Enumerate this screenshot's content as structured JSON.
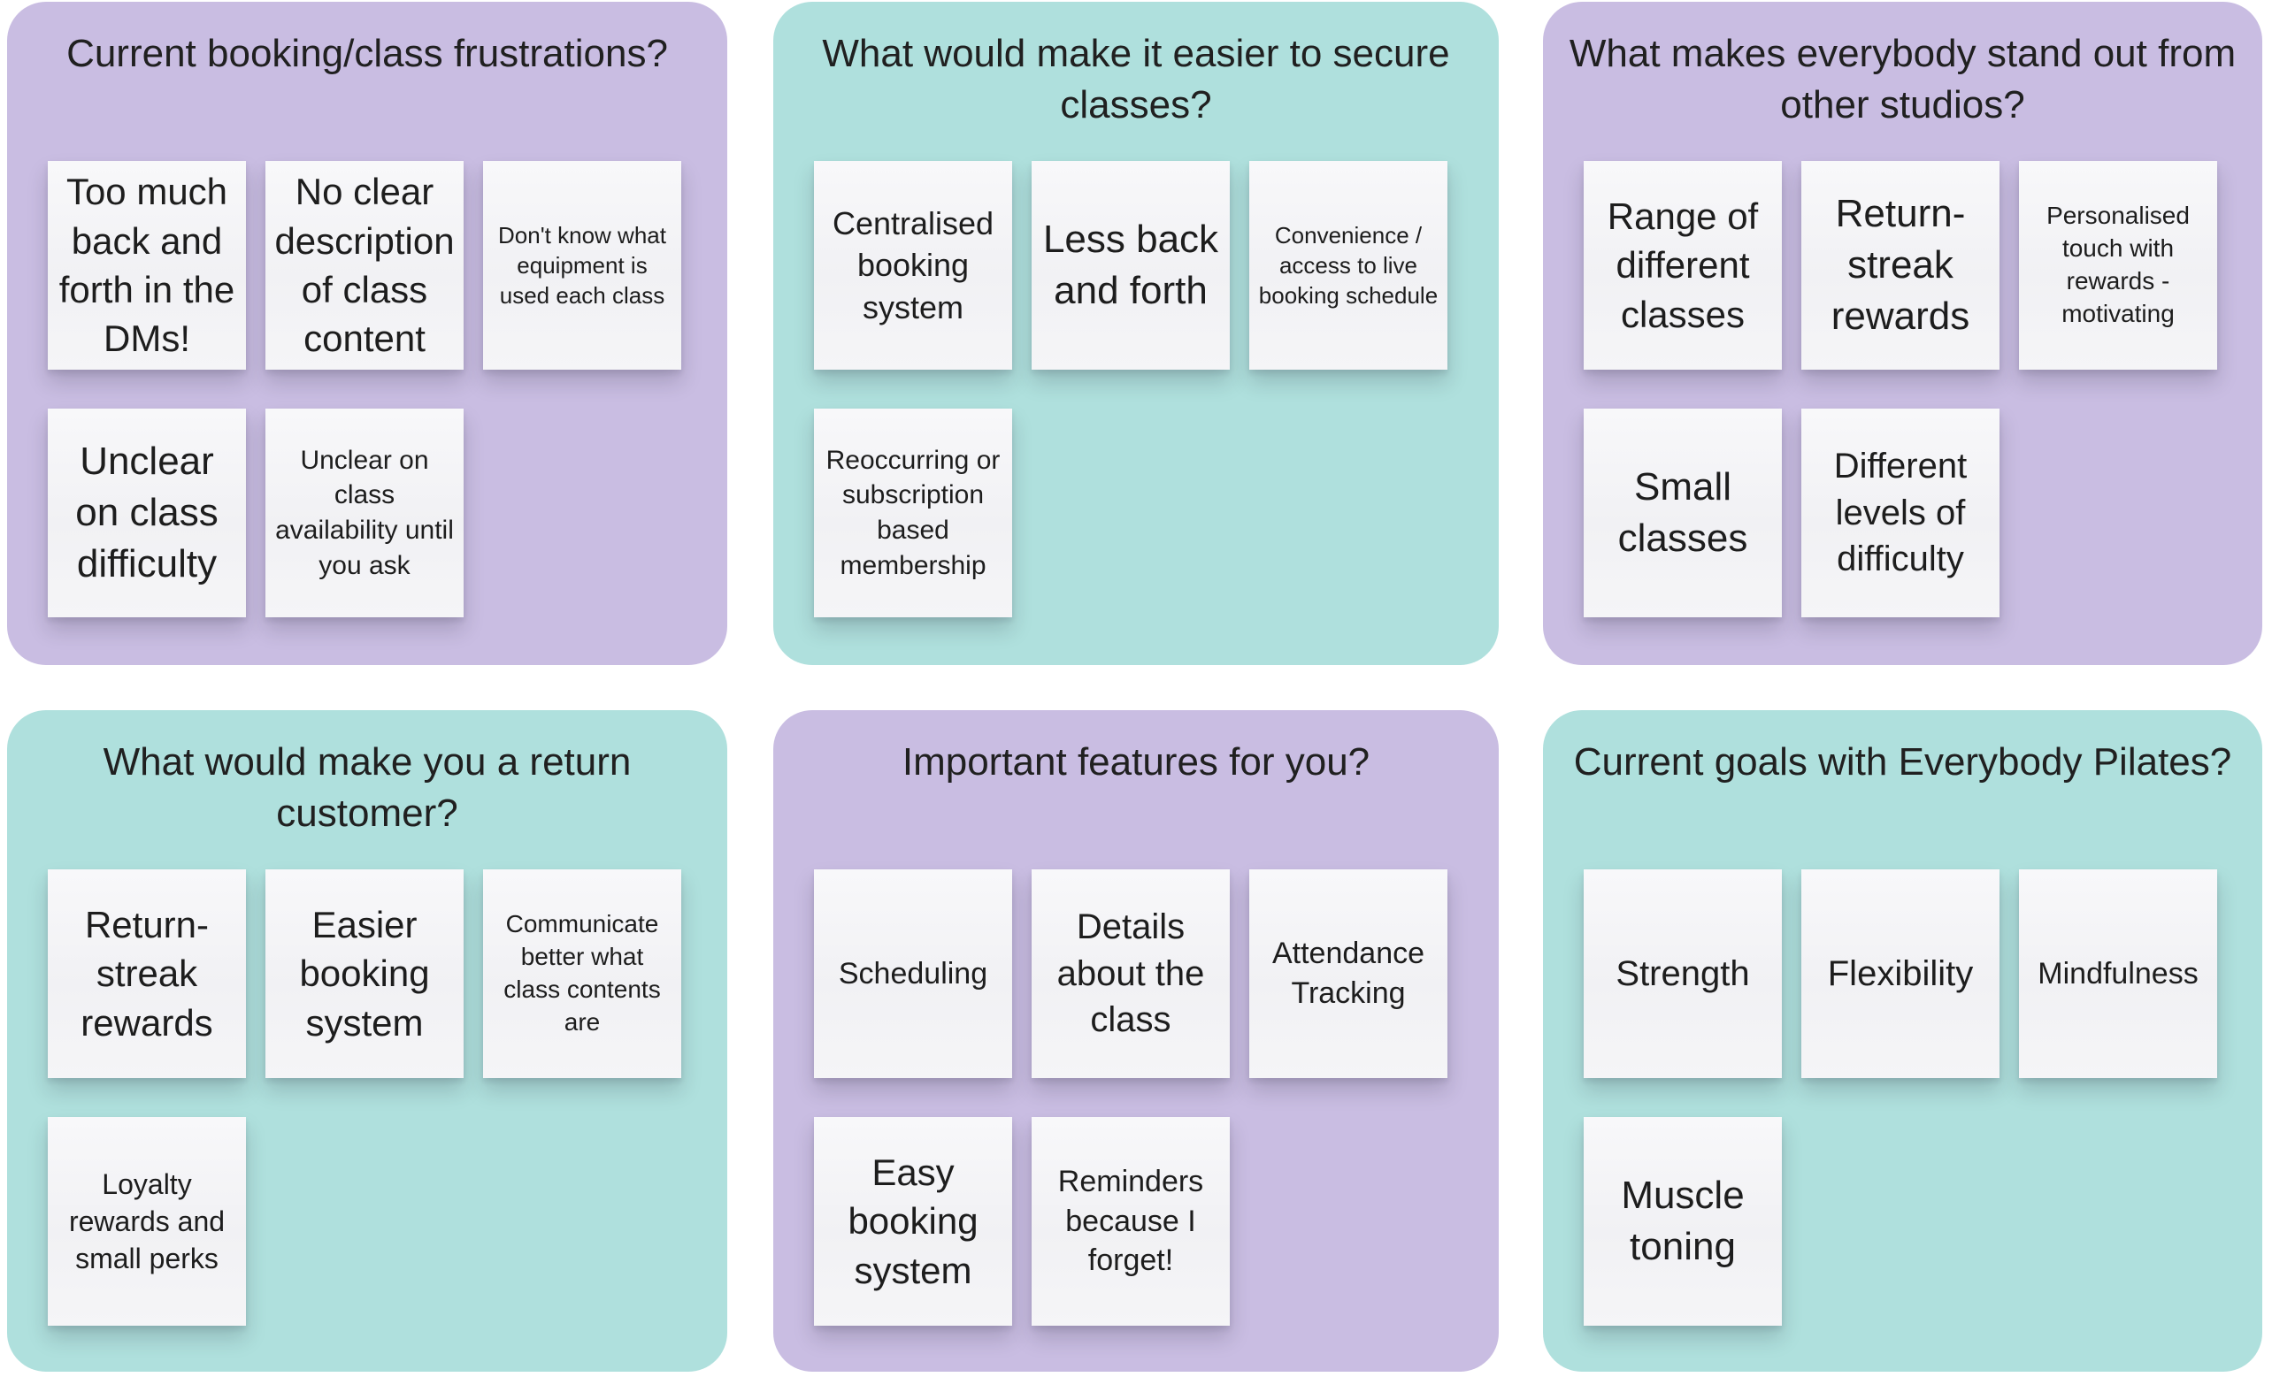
{
  "board": {
    "type": "sticky-note-affinity-board",
    "background": "#ffffff"
  },
  "colors": {
    "section_purple": "#c9bde2",
    "section_teal": "#afe0dd",
    "sticky_note": "#f4f4f6",
    "text": "#1f1f1f"
  },
  "panels": [
    {
      "color": "purple",
      "title": "Current booking/class frustrations?",
      "notes": [
        {
          "text": "Too much back and forth in the DMs!",
          "size": "42"
        },
        {
          "text": "No clear description of class content",
          "size": "42"
        },
        {
          "text": "Don't know what equipment is used each class",
          "size": "26"
        },
        {
          "text": "Unclear on class difficulty",
          "size": "44"
        },
        {
          "text": "Unclear on class availability until you ask",
          "size": "30"
        }
      ]
    },
    {
      "color": "teal",
      "title": "What would make it easier to secure classes?",
      "notes": [
        {
          "text": "Centralised booking system",
          "size": "36"
        },
        {
          "text": "Less back and forth",
          "size": "44"
        },
        {
          "text": "Convenience / access to live booking schedule",
          "size": "26"
        },
        {
          "text": "Reoccurring or subscription based membership",
          "size": "30"
        }
      ]
    },
    {
      "color": "purple",
      "title": "What makes everybody stand out from other studios?",
      "notes": [
        {
          "text": "Range of different classes",
          "size": "42"
        },
        {
          "text": "Return-streak rewards",
          "size": "44"
        },
        {
          "text": "Personalised touch with rewards - motivating",
          "size": "28"
        },
        {
          "text": "Small classes",
          "size": "44"
        },
        {
          "text": "Different levels of difficulty",
          "size": "40"
        }
      ]
    },
    {
      "color": "teal",
      "title": "What would make you a return customer?",
      "notes": [
        {
          "text": "Return-streak rewards",
          "size": "42"
        },
        {
          "text": "Easier booking system",
          "size": "42"
        },
        {
          "text": "Communicate better what class contents are",
          "size": "28"
        },
        {
          "text": "Loyalty rewards and small perks",
          "size": "32"
        }
      ]
    },
    {
      "color": "purple",
      "title": "Important features for you?",
      "notes": [
        {
          "text": "Scheduling",
          "size": "34"
        },
        {
          "text": "Details about the class",
          "size": "40"
        },
        {
          "text": "Attendance Tracking",
          "size": "34"
        },
        {
          "text": "Easy booking system",
          "size": "42"
        },
        {
          "text": "Reminders because I forget!",
          "size": "34"
        }
      ]
    },
    {
      "color": "teal",
      "title": "Current goals with Everybody Pilates?",
      "notes": [
        {
          "text": "Strength",
          "size": "40"
        },
        {
          "text": "Flexibility",
          "size": "40"
        },
        {
          "text": "Mindfulness",
          "size": "34"
        },
        {
          "text": "Muscle toning",
          "size": "44"
        }
      ]
    }
  ]
}
